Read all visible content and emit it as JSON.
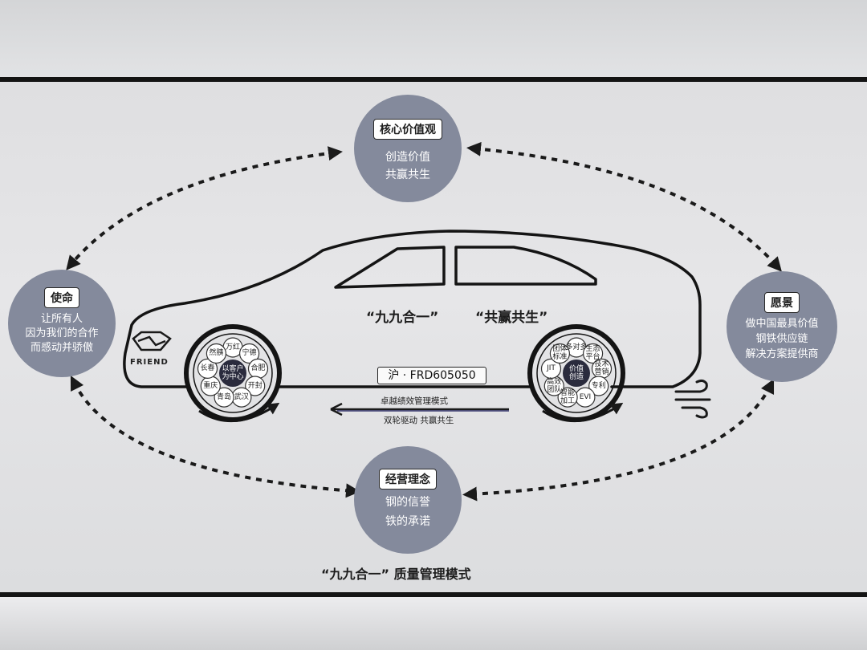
{
  "nodes": {
    "core": {
      "title": "核心价值观",
      "lines": [
        "创造价值",
        "共赢共生"
      ]
    },
    "mission": {
      "title": "使命",
      "lines": [
        "让所有人",
        "因为我们的合作",
        "而感动并骄傲"
      ]
    },
    "vision": {
      "title": "愿景",
      "lines": [
        "做中国最具价值",
        "钢铁供应链",
        "解决方案提供商"
      ]
    },
    "philosophy": {
      "title": "经营理念",
      "lines": [
        "钢的信誉",
        "铁的承诺"
      ]
    }
  },
  "car": {
    "slogan_left": "“九九合一”",
    "slogan_right": "“共赢共生”",
    "plate": "沪 · FRD605050",
    "mode_top": "卓越绩效管理模式",
    "mode_bottom": "双轮驱动  共赢共生",
    "brand": "FRIEND"
  },
  "left_wheel": {
    "center": [
      "以客户",
      "为中心"
    ],
    "cities": [
      "万红",
      "宁德",
      "合肥",
      "开封",
      "武汉",
      "青岛",
      "重庆",
      "长春",
      "然胰"
    ]
  },
  "right_wheel": {
    "center": [
      "价值",
      "创造"
    ],
    "items": [
      "多对多",
      "生态\n平台",
      "技术\n营销",
      "专利",
      "EVI",
      "智能\n加工",
      "高效\n团队",
      "JIT",
      "团体\n标准"
    ]
  },
  "footer": "“九九合一” 质量管理模式",
  "colors": {
    "node_fill": "#848a9c",
    "ink": "#1a1a1a",
    "wheel_center": "#2a2b3d"
  }
}
